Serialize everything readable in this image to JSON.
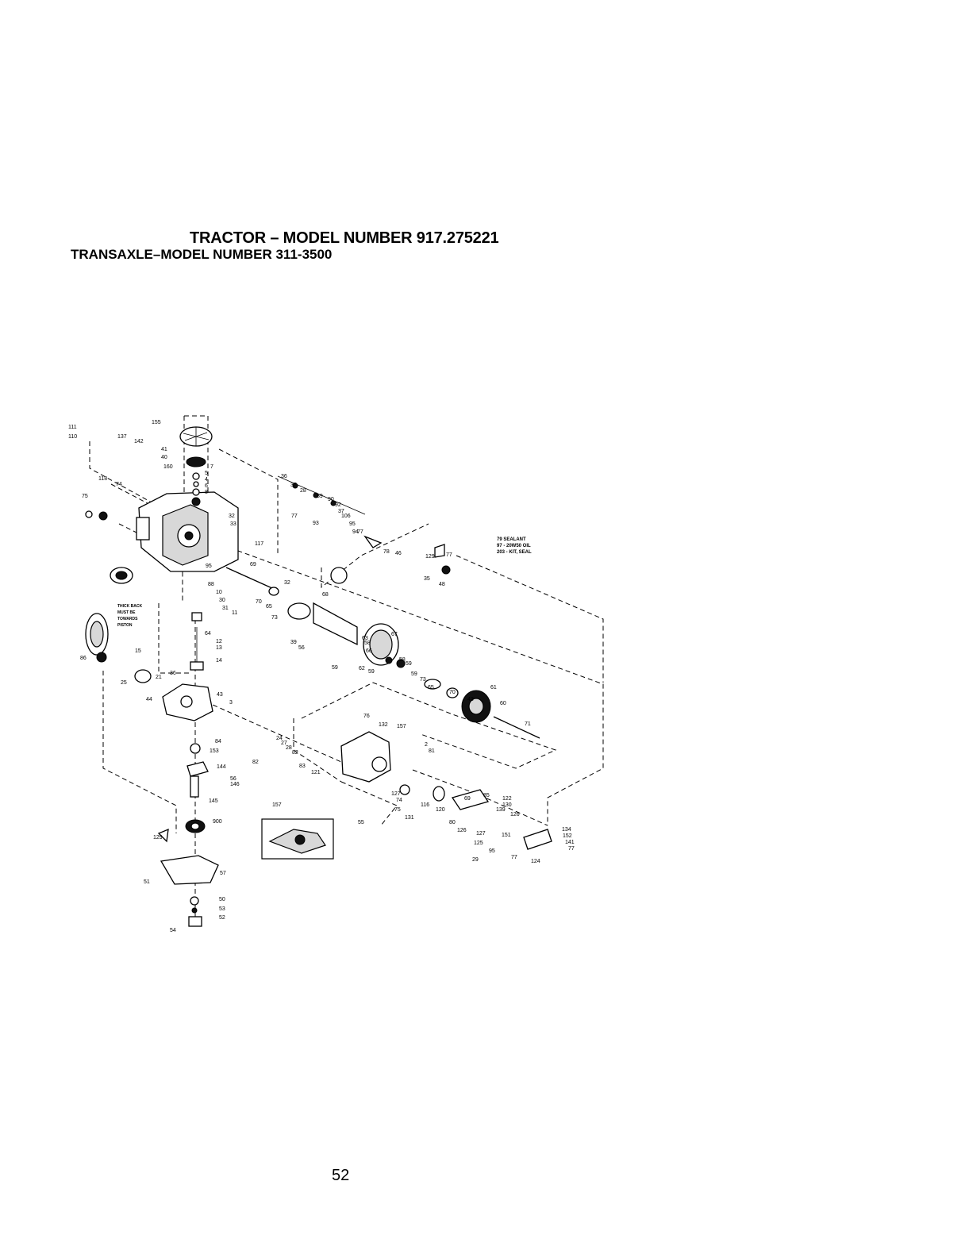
{
  "header": {
    "tractor_model": "TRACTOR – MODEL NUMBER 917.275221",
    "transaxle_model": "TRANSAXLE–MODEL NUMBER 311-3500"
  },
  "notes": {
    "line1": "79 SEALANT",
    "line2": "97 - 20W50 OIL",
    "line3": "203 - KIT, SEAL"
  },
  "callouts": {
    "thick_back": "THICK BACK",
    "must_be": "MUST BE",
    "towards": "TOWARDS",
    "piston": "PISTON"
  },
  "parts": [
    "111",
    "110",
    "137",
    "142",
    "41",
    "40",
    "160",
    "155",
    "7",
    "5",
    "4",
    "6",
    "8",
    "118",
    "74",
    "75",
    "32",
    "33",
    "117",
    "36",
    "37",
    "28",
    "89",
    "90",
    "92",
    "37",
    "77",
    "106",
    "93",
    "95",
    "94",
    "77",
    "95",
    "69",
    "78",
    "46",
    "129",
    "77",
    "35",
    "48",
    "88",
    "10",
    "30",
    "31",
    "11",
    "32",
    "70",
    "65",
    "73",
    "68",
    "64",
    "12",
    "13",
    "14",
    "15",
    "39",
    "56",
    "58",
    "66",
    "67",
    "63",
    "58",
    "59",
    "59",
    "73",
    "65",
    "70",
    "62",
    "59",
    "59",
    "86",
    "25",
    "21",
    "36",
    "43",
    "3",
    "44",
    "43",
    "61",
    "60",
    "71",
    "76",
    "132",
    "157",
    "2",
    "81",
    "84",
    "24",
    "27",
    "28",
    "82",
    "82",
    "83",
    "121",
    "69",
    "85",
    "122",
    "130",
    "139",
    "126",
    "127",
    "74",
    "75",
    "116",
    "120",
    "131",
    "153",
    "144",
    "56",
    "146",
    "145",
    "157",
    "900",
    "55",
    "80",
    "126",
    "127",
    "125",
    "151",
    "134",
    "152",
    "141",
    "77",
    "129",
    "57",
    "51",
    "50",
    "53",
    "52",
    "54",
    "29",
    "95",
    "77",
    "124",
    "128"
  ],
  "footer": {
    "page_number": "52"
  }
}
